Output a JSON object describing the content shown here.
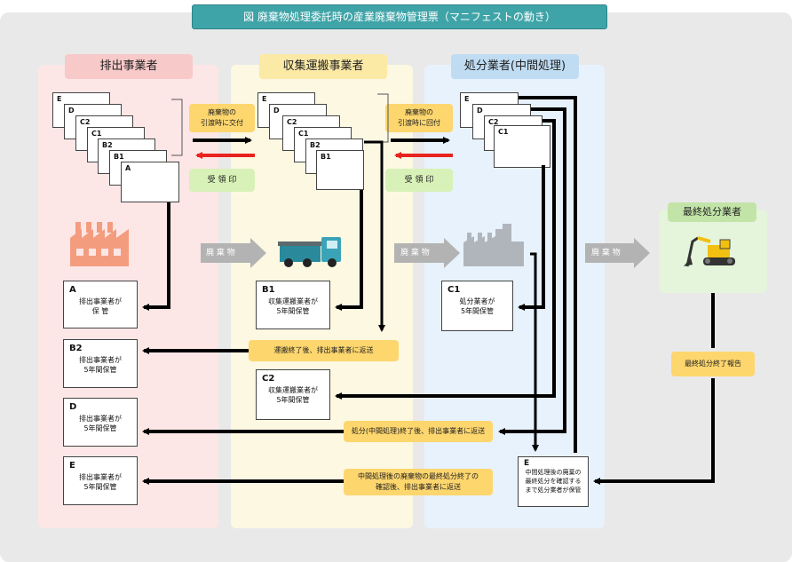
{
  "title": "図 廃棄物処理委託時の産業廃棄物管理票（マニフェストの動き）",
  "columns": {
    "emitter": "排出事業者",
    "transporter": "収集運搬事業者",
    "processor": "処分業者(中間処理)",
    "final": "最終処分業者"
  },
  "stacks": {
    "emitter": [
      "E",
      "D",
      "C2",
      "C1",
      "B2",
      "B1",
      "A"
    ],
    "transporter": [
      "E",
      "D",
      "C2",
      "C1",
      "B2",
      "B1"
    ],
    "processor": [
      "E",
      "D",
      "C2",
      "C1"
    ]
  },
  "notes": {
    "handover": "廃棄物の\n引渡時に交付",
    "return_on_handover": "廃棄物の\n引渡時に回付",
    "stamp": "受 領 印",
    "waste": "廃 棄 物",
    "after_transport": "運搬終了後、排出事業者に返送",
    "after_processing": "処分(中間処理)終了後、排出事業者に返送",
    "after_final_check": "中間処理後の廃棄物の最終処分終了の\n確認後、排出事業者に返送",
    "final_report": "最終処分終了報告"
  },
  "boxes": {
    "A": {
      "code": "A",
      "text": "排出事業者が\n保 管"
    },
    "B2": {
      "code": "B2",
      "text": "排出事業者が\n5年間保管"
    },
    "D": {
      "code": "D",
      "text": "排出事業者が\n5年間保管"
    },
    "E": {
      "code": "E",
      "text": "排出事業者が\n5年間保管"
    },
    "B1": {
      "code": "B1",
      "text": "収集運搬業者が\n5年間保管"
    },
    "C2": {
      "code": "C2",
      "text": "収集運搬業者が\n5年間保管"
    },
    "C1": {
      "code": "C1",
      "text": "処分業者が\n5年間保管"
    },
    "E_proc": {
      "code": "E",
      "text": "中間処理後の廃棄の\n最終処分を確認する\nまで処分業者が保管"
    }
  },
  "colors": {
    "emitter": "#fde6e6",
    "emitter_head": "#f8c9c9",
    "transporter": "#fdf8e2",
    "transporter_head": "#fbe9a6",
    "processor": "#e7f2fc",
    "processor_head": "#bfdcf3",
    "final": "#e4f5db",
    "final_head": "#c2e4a8",
    "note": "#fdd66e",
    "stamp": "#d8f1b8",
    "arrow_red": "#e8231f"
  },
  "icons": [
    "factory-icon",
    "truck-icon",
    "plant-icon",
    "excavator-icon"
  ]
}
